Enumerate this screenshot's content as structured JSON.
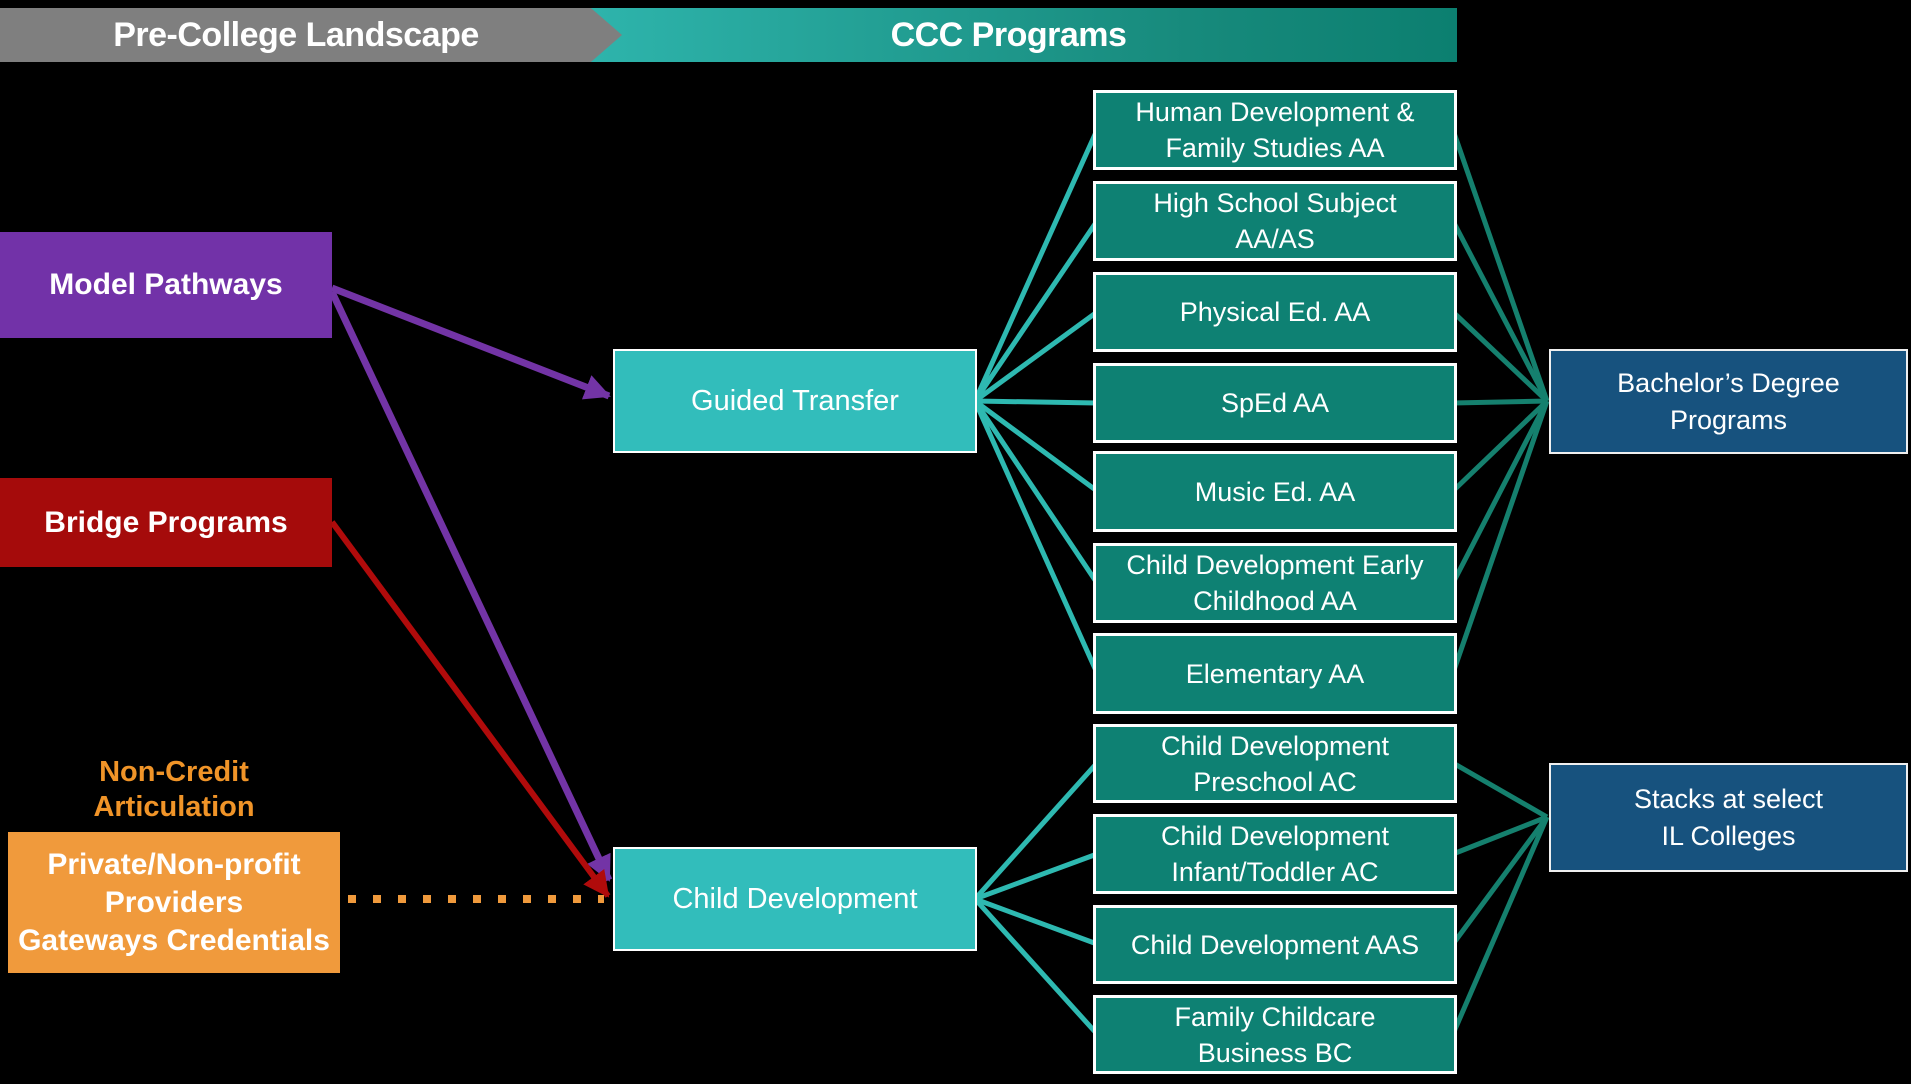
{
  "header": {
    "pre_college": "Pre-College Landscape",
    "ccc": "CCC Programs"
  },
  "pre_college": {
    "model_pathways": "Model Pathways",
    "bridge_programs": "Bridge Programs",
    "non_credit_articulation": "Non-Credit\nArticulation",
    "providers": "Private/Non-profit\nProviders\nGateways Credentials"
  },
  "ccc": {
    "guided_transfer": "Guided Transfer",
    "child_development": "Child Development",
    "transfer_programs": [
      {
        "label": "Human Development &\nFamily Studies AA"
      },
      {
        "label": "High School Subject\nAA/AS"
      },
      {
        "label": "Physical Ed. AA"
      },
      {
        "label": "SpEd AA"
      },
      {
        "label": "Music Ed. AA"
      },
      {
        "label": "Child Development Early\nChildhood AA"
      },
      {
        "label": "Elementary AA"
      }
    ],
    "child_development_programs": [
      {
        "label": "Child Development\nPreschool AC"
      },
      {
        "label": "Child Development\nInfant/Toddler AC"
      },
      {
        "label": "Child Development AAS"
      },
      {
        "label": "Family Childcare\nBusiness BC"
      }
    ]
  },
  "outcomes": {
    "bachelors": "Bachelor’s Degree\nPrograms",
    "stacks": "Stacks at select\nIL Colleges"
  },
  "colors": {
    "background": "#000000",
    "header_gray": "#7F7F7F",
    "header_teal_left": "#2FB6AE",
    "header_teal_right": "#0C7F70",
    "purple": "#7232A8",
    "dark_red": "#A50B0B",
    "orange": "#F09A3C",
    "teal_light_box": "#32BDBB",
    "teal_green_box": "#0E8173",
    "dark_blue_box": "#17527E",
    "connector_light_teal": "#2EB9B1",
    "connector_dark_teal": "#15806E",
    "arrow_purple": "#7334A6",
    "arrow_red": "#B00B0B",
    "dotted_orange": "#F09A3C"
  }
}
